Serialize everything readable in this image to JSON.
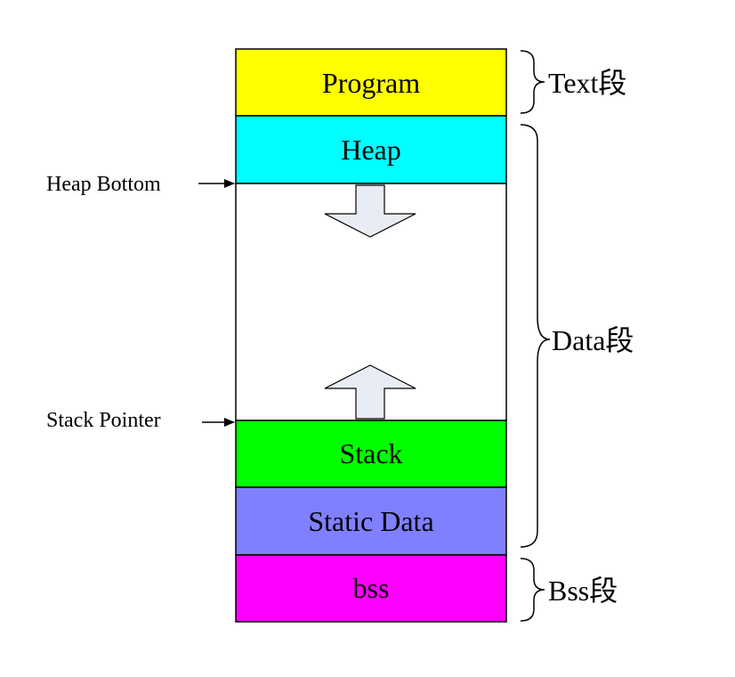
{
  "segments": [
    {
      "key": "program",
      "label": "Program",
      "color": "#FFFF00"
    },
    {
      "key": "heap",
      "label": "Heap",
      "color": "#00FFFF"
    },
    {
      "key": "free",
      "label": "",
      "color": "#FFFFFF"
    },
    {
      "key": "stack",
      "label": "Stack",
      "color": "#00FF00"
    },
    {
      "key": "static",
      "label": "Static Data",
      "color": "#8080FF"
    },
    {
      "key": "bss",
      "label": "bss",
      "color": "#FF00FF"
    }
  ],
  "braces": [
    {
      "key": "text",
      "label": "Text段"
    },
    {
      "key": "data",
      "label": "Data段"
    },
    {
      "key": "bss",
      "label": "Bss段"
    }
  ],
  "pointers": [
    {
      "key": "heap-bottom",
      "label": "Heap Bottom"
    },
    {
      "key": "stack-pointer",
      "label": "Stack Pointer"
    }
  ],
  "arrows": [
    {
      "key": "heap-growth",
      "direction": "down"
    },
    {
      "key": "stack-growth",
      "direction": "up"
    }
  ],
  "colors": {
    "arrow_fill": "#E8ECF4",
    "stroke": "#000000"
  }
}
